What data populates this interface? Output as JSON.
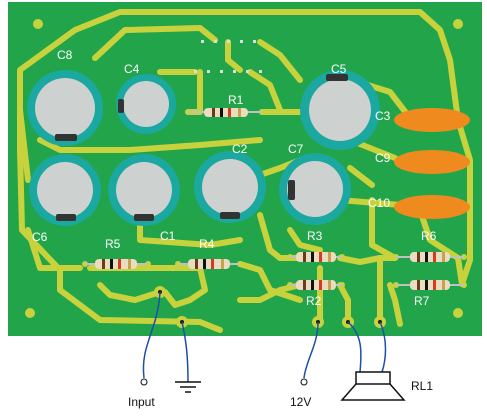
{
  "board": {
    "colors": {
      "pcb": "#22a54a",
      "copper": "#c8d23c",
      "electrolytic_ring": "#1aa8a0",
      "electrolytic_body": "#cdd1cf",
      "ceramic_cap": "#ef8a1f",
      "resistor_body": "#e9dcc0",
      "wire": "#1b4fa8"
    },
    "labels": {
      "c8": "C8",
      "c4": "C4",
      "c5": "C5",
      "r1": "R1",
      "c3": "C3",
      "c2": "C2",
      "c7": "C7",
      "c9": "C9",
      "c6": "C6",
      "c1": "C1",
      "c10": "C10",
      "r5": "R5",
      "r4": "R4",
      "r3": "R3",
      "r6": "R6",
      "r2": "R2",
      "r7": "R7"
    }
  },
  "external": {
    "input_label": "Input",
    "supply_label": "12V",
    "speaker_label": "RL1"
  }
}
